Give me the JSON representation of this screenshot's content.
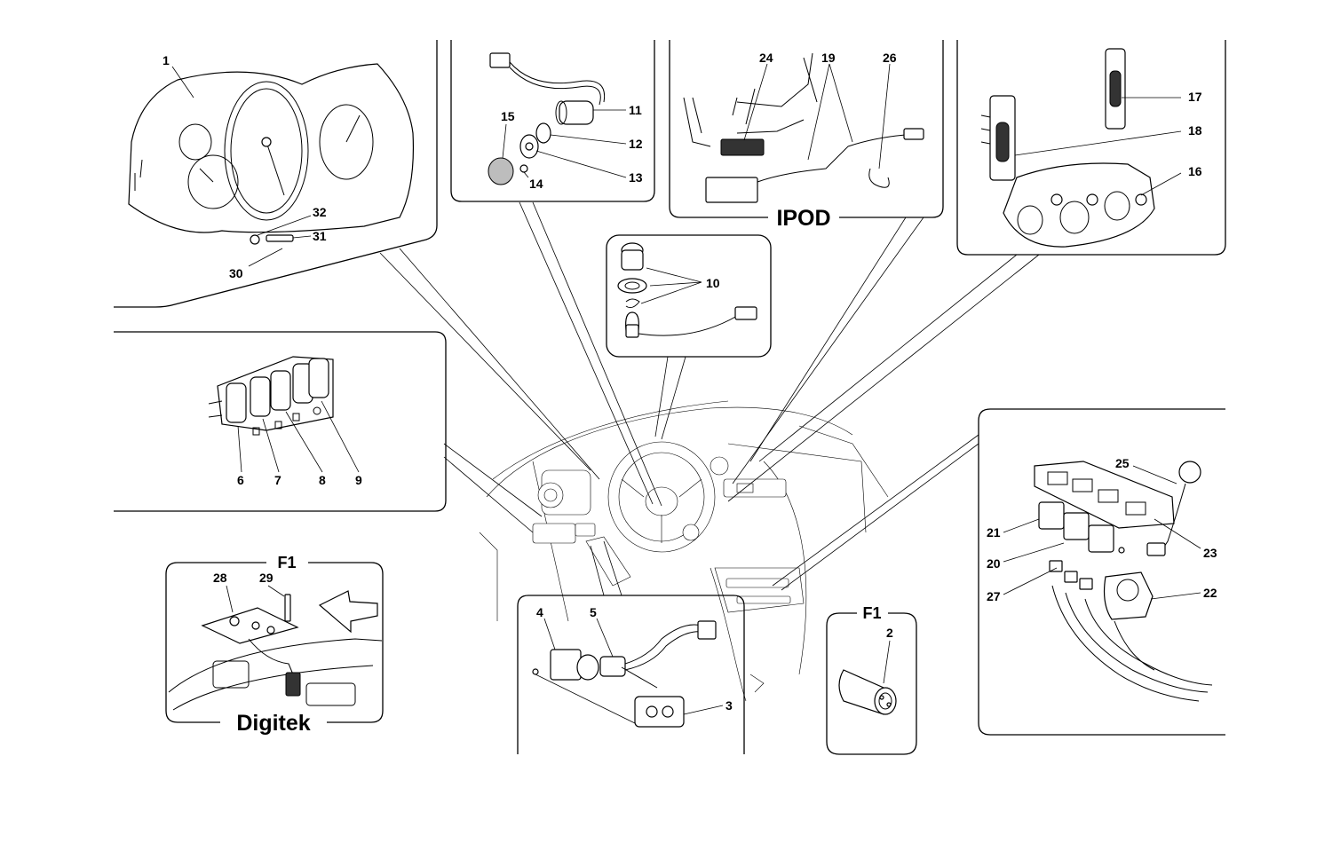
{
  "panels": {
    "instrument_cluster": {
      "labels": [
        "1",
        "32",
        "31",
        "30"
      ]
    },
    "ignition_switch": {
      "labels": [
        "11",
        "15",
        "12",
        "13",
        "14"
      ]
    },
    "ipod": {
      "caption": "IPOD",
      "labels": [
        "24",
        "19",
        "26"
      ]
    },
    "climate_control": {
      "labels": [
        "17",
        "18",
        "16"
      ]
    },
    "cigar_lighter": {
      "labels": [
        "10"
      ]
    },
    "dash_switches": {
      "labels": [
        "6",
        "7",
        "8",
        "9"
      ]
    },
    "digitek": {
      "caption": "Digitek",
      "subcaption": "F1",
      "labels": [
        "28",
        "29"
      ]
    },
    "socket": {
      "labels": [
        "4",
        "5",
        "3"
      ]
    },
    "f1_button": {
      "subcaption": "F1",
      "labels": [
        "2"
      ]
    },
    "central_switches": {
      "labels": [
        "25",
        "21",
        "23",
        "20",
        "27",
        "22"
      ]
    }
  }
}
